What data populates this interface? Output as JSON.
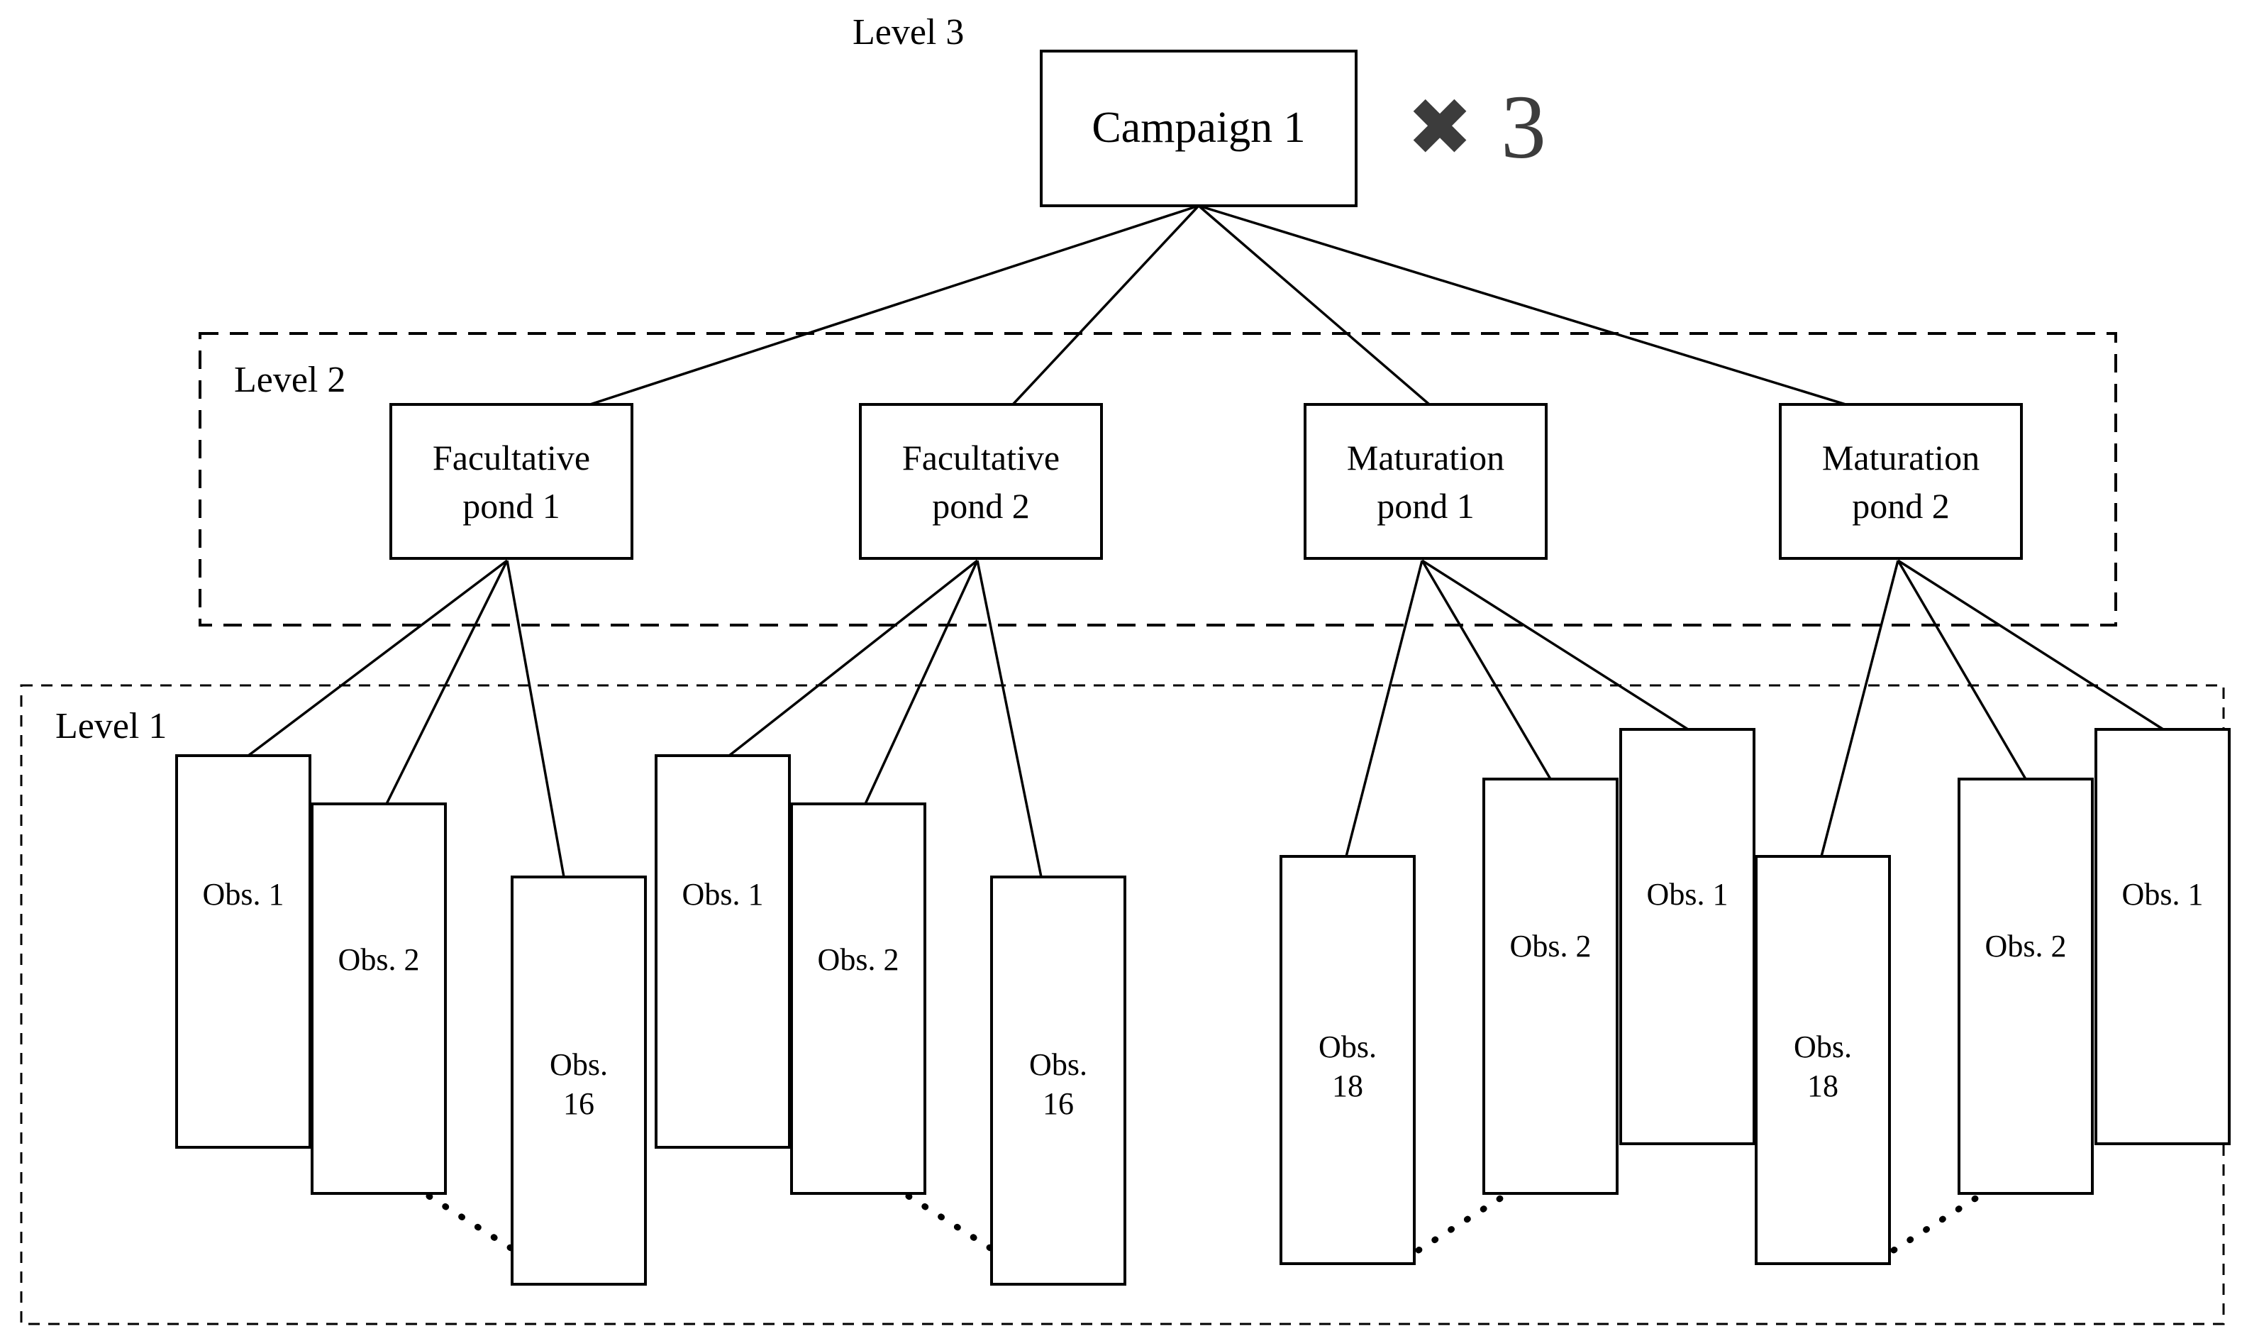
{
  "diagram": {
    "title_hidden": "",
    "levels": {
      "level3_label": "Level 3",
      "level2_label": "Level 2",
      "level1_label": "Level 1"
    },
    "root": {
      "label": "Campaign 1",
      "multiplier_symbol": "✖",
      "multiplier_count": "3"
    },
    "level2_nodes": [
      {
        "line1": "Facultative",
        "line2": "pond 1"
      },
      {
        "line1": "Facultative",
        "line2": "pond 2"
      },
      {
        "line1": "Maturation",
        "line2": "pond 1"
      },
      {
        "line1": "Maturation",
        "line2": "pond 2"
      }
    ],
    "level1_groups": [
      {
        "parent": "Facultative pond 1",
        "observations": [
          {
            "line1": "Obs. 1",
            "line2": ""
          },
          {
            "line1": "Obs. 2",
            "line2": ""
          },
          {
            "line1": "Obs.",
            "line2": "16"
          }
        ]
      },
      {
        "parent": "Facultative pond 2",
        "observations": [
          {
            "line1": "Obs. 1",
            "line2": ""
          },
          {
            "line1": "Obs. 2",
            "line2": ""
          },
          {
            "line1": "Obs.",
            "line2": "16"
          }
        ]
      },
      {
        "parent": "Maturation pond 1",
        "observations": [
          {
            "line1": "Obs.",
            "line2": "18"
          },
          {
            "line1": "Obs. 2",
            "line2": ""
          },
          {
            "line1": "Obs. 1",
            "line2": ""
          }
        ]
      },
      {
        "parent": "Maturation pond 2",
        "observations": [
          {
            "line1": "Obs.",
            "line2": "18"
          },
          {
            "line1": "Obs. 2",
            "line2": ""
          },
          {
            "line1": "Obs. 1",
            "line2": ""
          }
        ]
      }
    ],
    "colors": {
      "stroke": "#000000",
      "fill": "#ffffff",
      "multiplier": "#3c3c3c"
    }
  }
}
